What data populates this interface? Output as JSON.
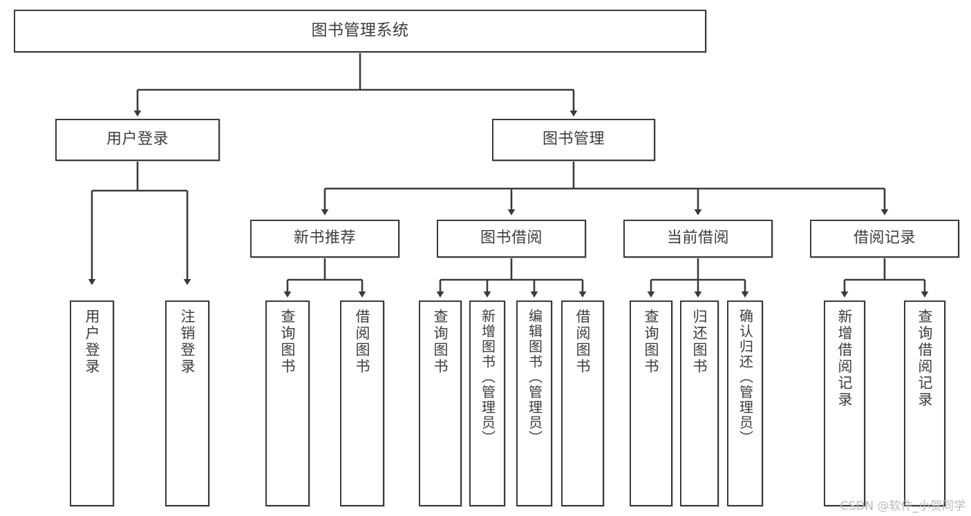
{
  "diagram": {
    "title": "图书管理系统",
    "type": "functional-structure-tree",
    "stroke_color": "#3a3a3a",
    "text_color": "#3c3c3c",
    "background": "#ffffff"
  },
  "root": {
    "label": "图书管理系统"
  },
  "level2": [
    {
      "label": "用户登录"
    },
    {
      "label": "图书管理"
    }
  ],
  "level3": [
    {
      "label": "新书推荐"
    },
    {
      "label": "图书借阅"
    },
    {
      "label": "当前借阅"
    },
    {
      "label": "借阅记录"
    }
  ],
  "leaves": {
    "user_login": [
      {
        "label": "用户登录"
      },
      {
        "label": "注销登录"
      }
    ],
    "new_book_recommend": [
      {
        "label": "查询图书"
      },
      {
        "label": "借阅图书"
      }
    ],
    "book_borrow": [
      {
        "label": "查询图书"
      },
      {
        "label": "新增图书（管理员）"
      },
      {
        "label": "编辑图书（管理员）"
      },
      {
        "label": "借阅图书"
      }
    ],
    "current_borrow": [
      {
        "label": "查询图书"
      },
      {
        "label": "归还图书"
      },
      {
        "label": "确认归还（管理员）"
      }
    ],
    "borrow_record": [
      {
        "label": "新增借阅记录"
      },
      {
        "label": "查询借阅记录"
      }
    ]
  },
  "watermark": {
    "text": "CSDN @软件_小贺同学"
  }
}
